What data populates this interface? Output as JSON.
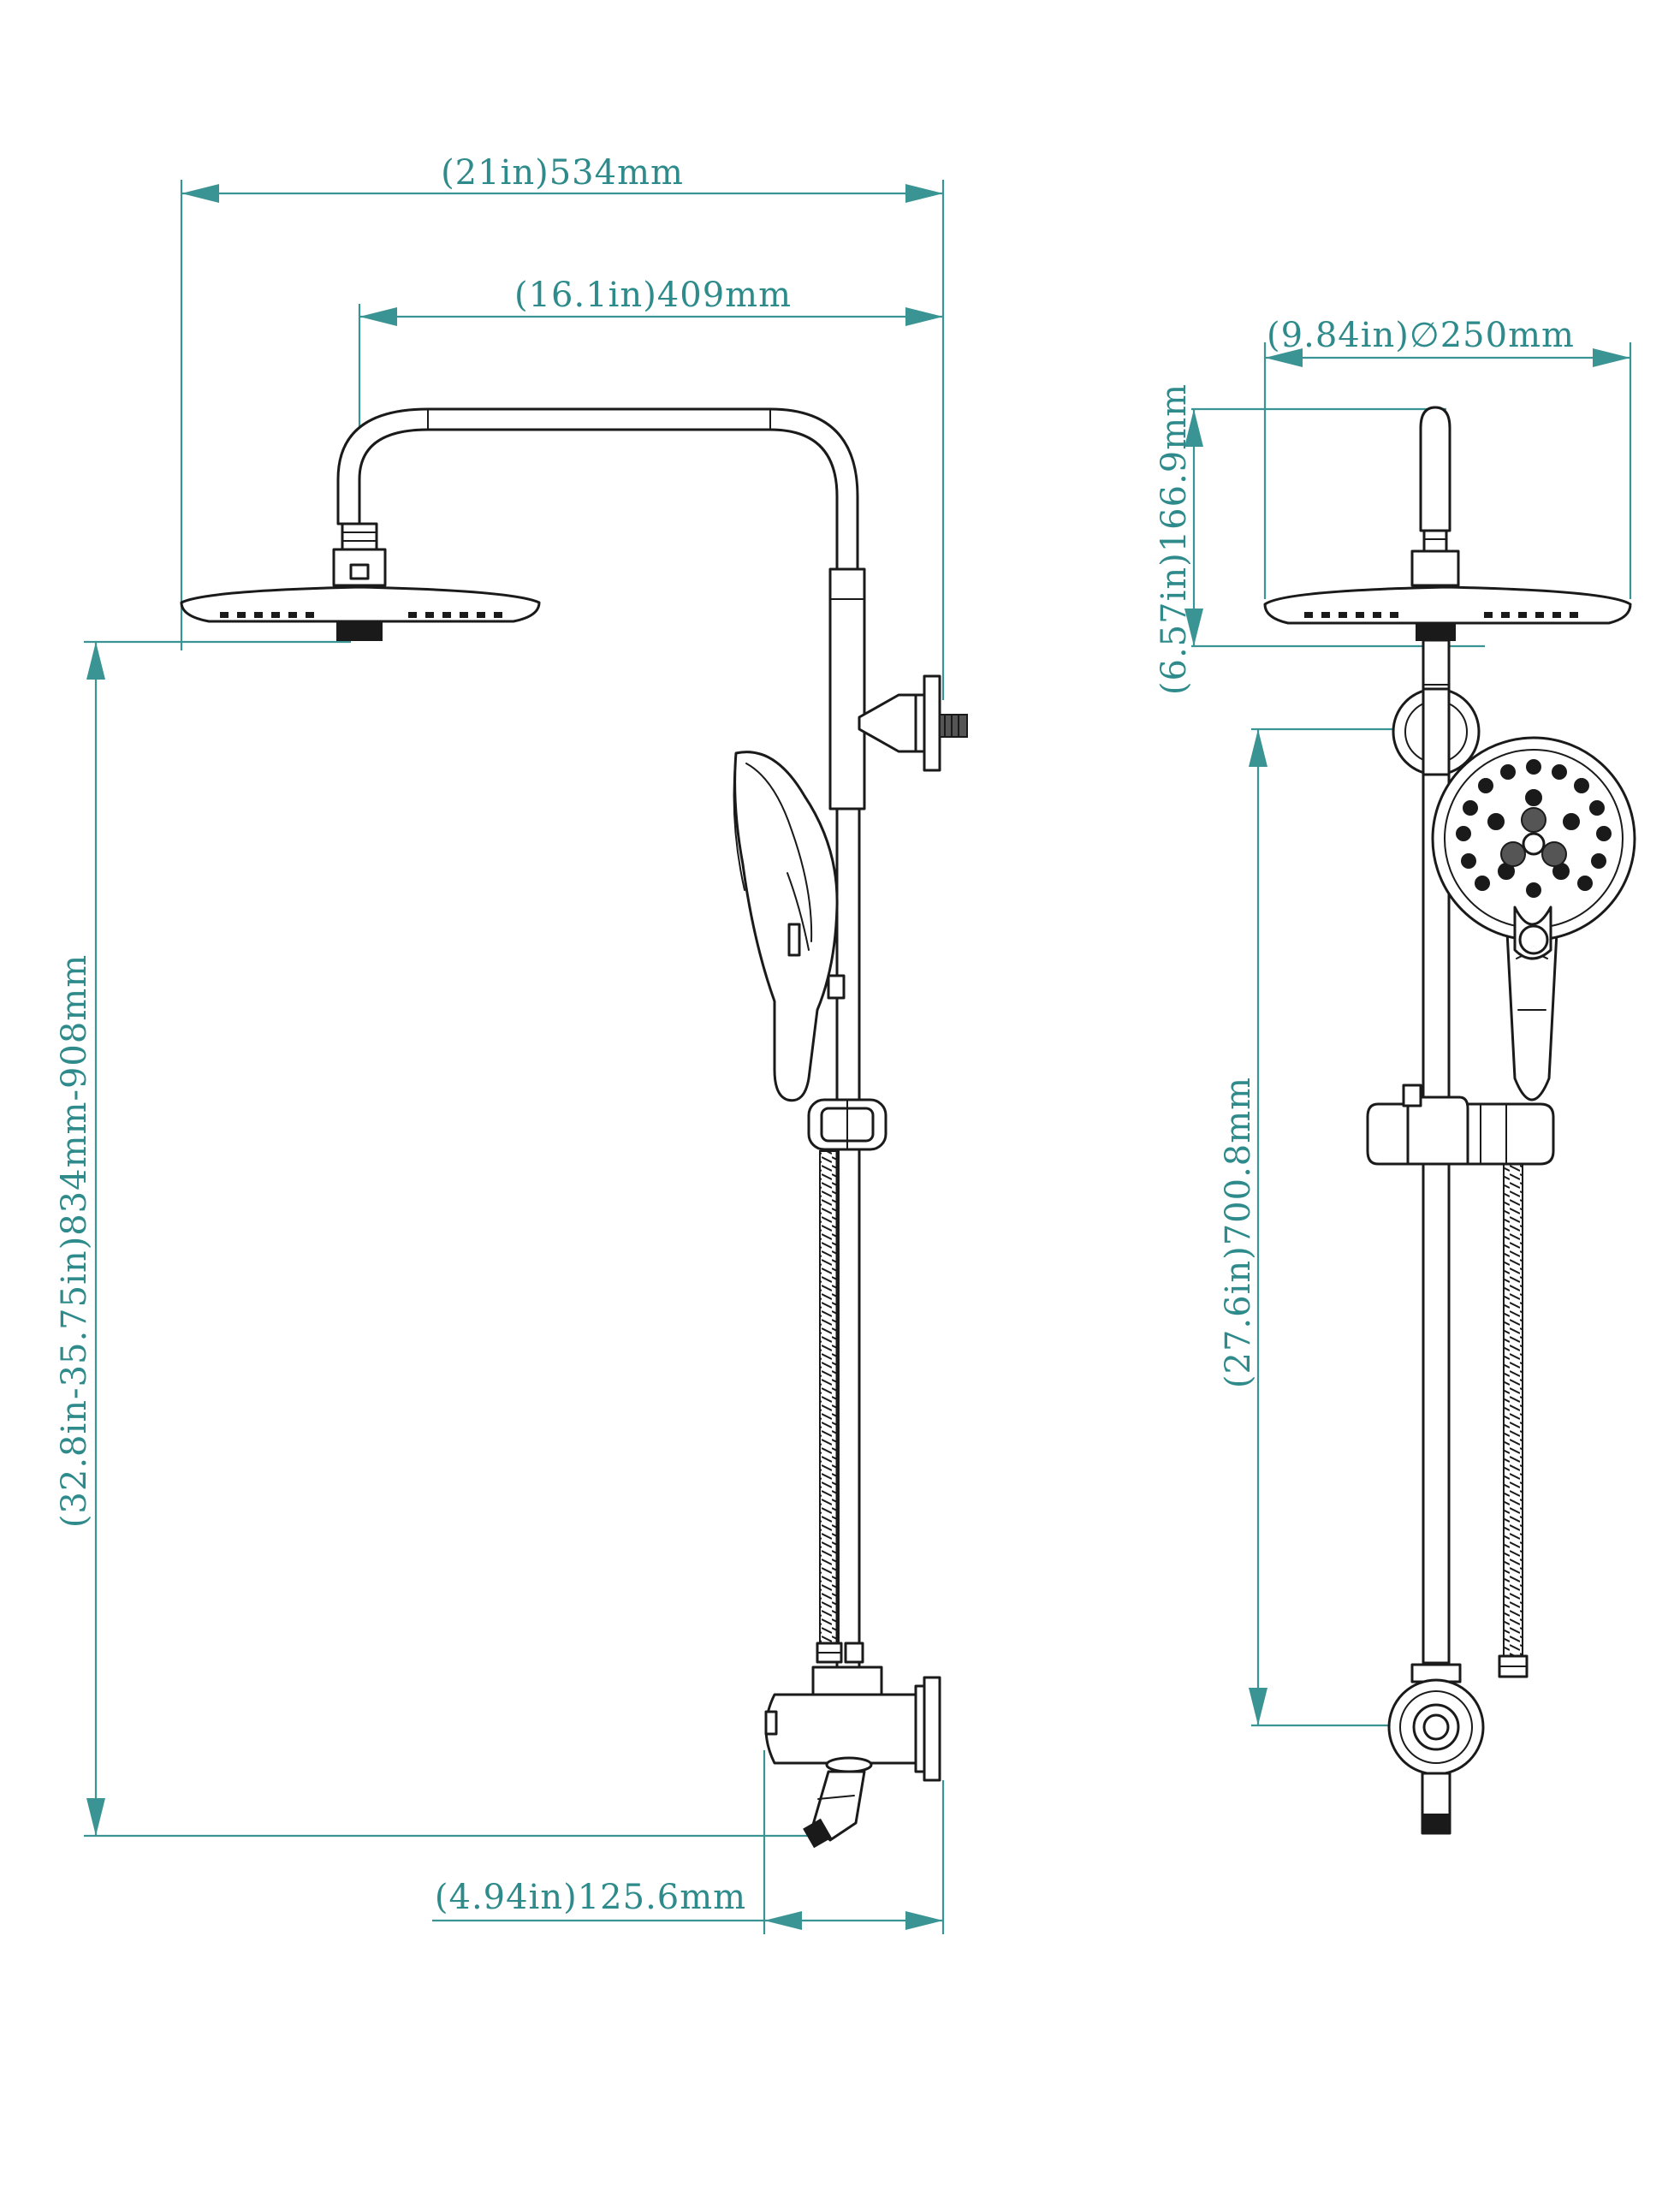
{
  "diagram": {
    "front_view": {
      "overall_width": "(21in)534mm",
      "arm_reach": "(16.1in)409mm",
      "height_range": "(32.8in-35.75in)834mm-908mm",
      "outlet_offset": "(4.94in)125.6mm"
    },
    "side_view": {
      "head_diameter": "(9.84in)∅250mm",
      "top_height": "(6.57in)166.9mm",
      "slide_bar_length": "(27.6in)700.8mm"
    },
    "colors": {
      "dimension": "#3b9494",
      "line": "#1a1a1a",
      "background": "#ffffff"
    }
  }
}
